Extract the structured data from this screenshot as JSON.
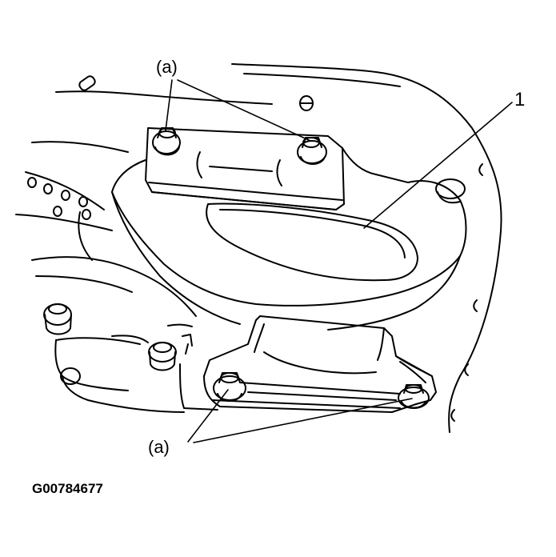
{
  "diagram": {
    "callouts": {
      "bolts_top": "(a)",
      "bolts_bottom": "(a)",
      "part": "1"
    },
    "figure_id": "G00784677"
  },
  "colors": {
    "ink": "#000000",
    "paper": "#ffffff"
  }
}
